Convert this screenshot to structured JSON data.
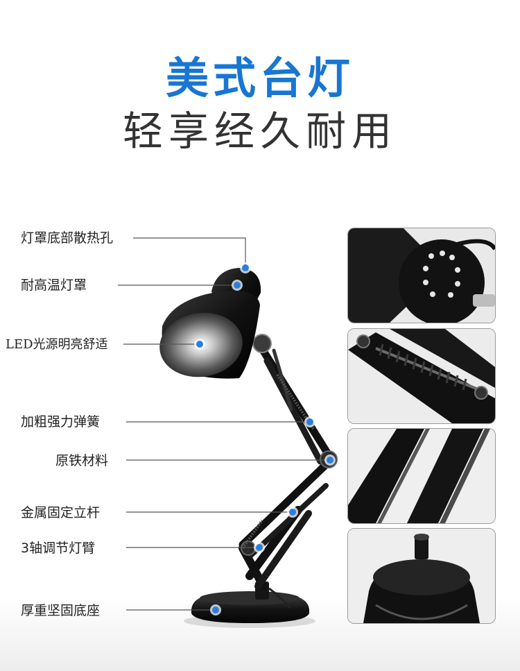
{
  "header": {
    "title": "美式台灯",
    "subtitle": "轻享经久耐用"
  },
  "colors": {
    "accent": "#1976d2",
    "dot": "#2a7fe0",
    "lamp": "#111111"
  },
  "features": [
    "灯罩底部散热孔",
    "耐高温灯罩",
    "LED光源明亮舒适",
    "加粗强力弹簧",
    "原铁材料",
    "金属固定立杆",
    "3轴调节灯臂",
    "厚重坚固底座"
  ]
}
